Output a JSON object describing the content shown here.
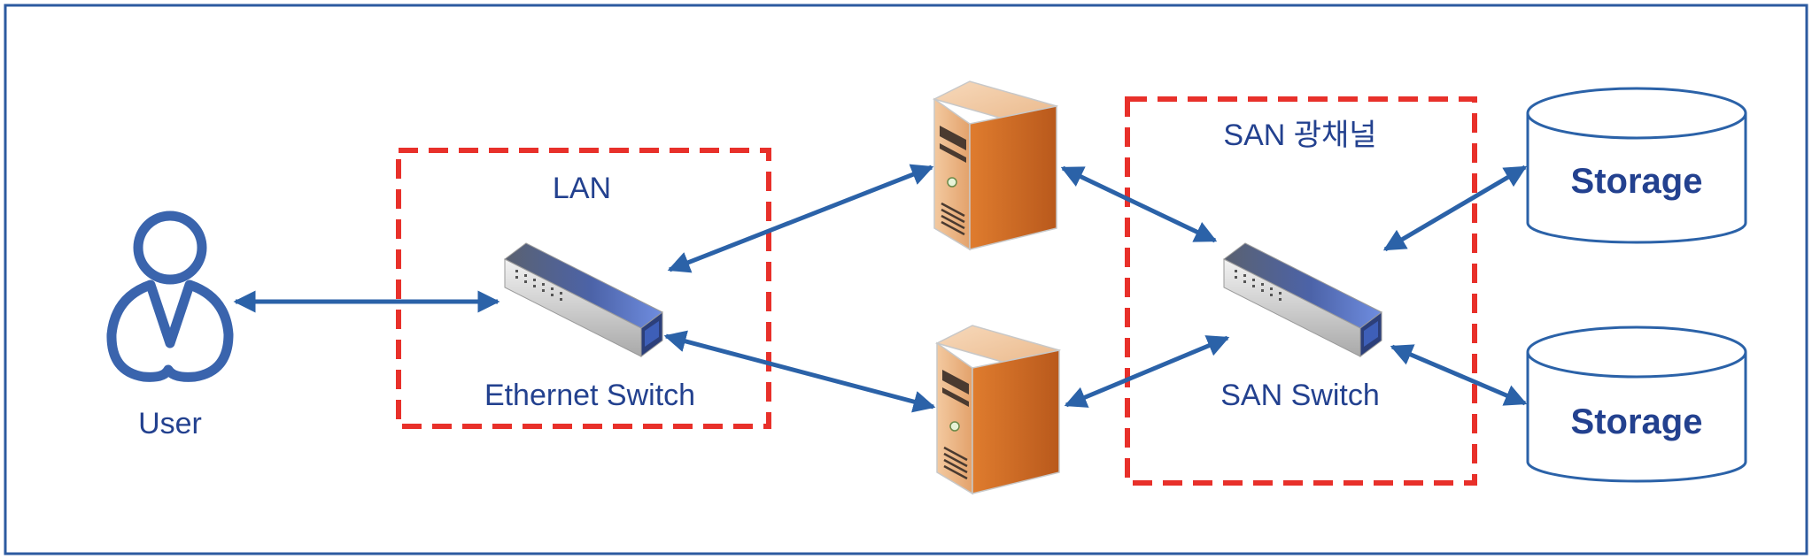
{
  "diagram": {
    "groups": {
      "lan": "LAN",
      "san": "SAN 광채널"
    },
    "nodes": {
      "user": "User",
      "ethernet_switch": "Ethernet Switch",
      "san_switch": "SAN Switch",
      "storage_top": "Storage",
      "storage_bottom": "Storage"
    },
    "colors": {
      "frame": "#2c5aa0",
      "arrow": "#2b62a8",
      "group_border": "#e8302a",
      "label": "#23418f",
      "server": "#d9772f"
    }
  }
}
